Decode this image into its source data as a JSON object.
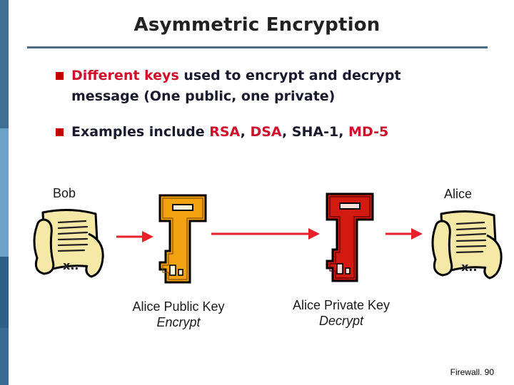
{
  "slide": {
    "title": "Asymmetric Encryption",
    "bullets": [
      {
        "parts": [
          {
            "text": "Different keys",
            "highlight": true
          },
          {
            "text": " used to encrypt and decrypt message (One public, one private)",
            "highlight": false
          }
        ]
      },
      {
        "parts": [
          {
            "text": "Examples include ",
            "highlight": false
          },
          {
            "text": "RSA",
            "highlight": true
          },
          {
            "text": ", ",
            "highlight": false
          },
          {
            "text": "DSA",
            "highlight": true
          },
          {
            "text": ", SHA-1, ",
            "highlight": false
          },
          {
            "text": "MD-5",
            "highlight": true
          }
        ]
      }
    ]
  },
  "diagram": {
    "sender": "Bob",
    "receiver": "Alice",
    "public_key": {
      "label": "Alice Public Key",
      "action": "Encrypt",
      "color": "#f2a30f"
    },
    "private_key": {
      "label": "Alice Private Key",
      "action": "Decrypt",
      "color": "#d21a10"
    },
    "arrow_color": "#e8202a",
    "scroll_icon": "document-scroll-icon"
  },
  "footer": "Firewall. 90",
  "colors": {
    "accent": "#d0102a",
    "bullet_marker": "#c00000",
    "rule": "#4d6b86",
    "side_bar": [
      "#3f6f94",
      "#6aa2c8",
      "#2f5f86",
      "#3a6b93"
    ]
  }
}
